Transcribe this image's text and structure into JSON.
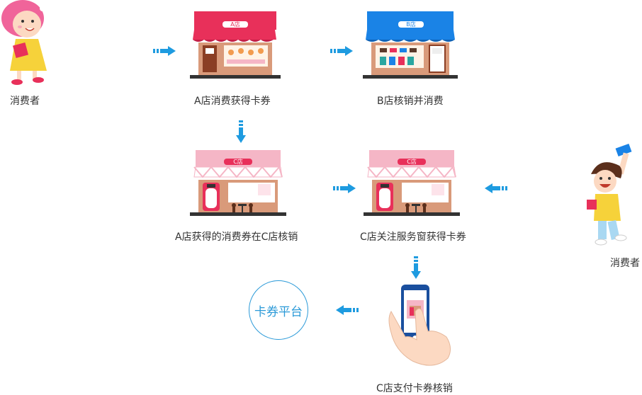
{
  "consumer_left": {
    "label": "消费者"
  },
  "consumer_right": {
    "label": "消费者"
  },
  "store_a": {
    "sign": "A店",
    "caption": "A店消费获得卡券"
  },
  "store_b": {
    "sign": "B店",
    "caption": "B店核销并消费"
  },
  "store_c_left": {
    "sign": "C店",
    "caption": "A店获得的消费券在C店核销"
  },
  "store_c_right": {
    "sign": "C店",
    "caption": "C店关注服务窗获得卡券"
  },
  "phone": {
    "caption": "C店支付卡券核销"
  },
  "platform": {
    "label": "卡券平台"
  },
  "colors": {
    "arrow": "#1e9be0",
    "platform": "#2b9ad8",
    "store_a_awning": "#e8305a",
    "store_b_awning": "#1a83e6",
    "store_c_awning": "#f5b6c6",
    "store_wall": "#d99a7a"
  },
  "icons": {
    "arrow": "dashed-arrow-icon",
    "consumer_left": "girl-shopping-icon",
    "consumer_right": "boy-with-card-icon",
    "phone": "hand-phone-icon"
  }
}
